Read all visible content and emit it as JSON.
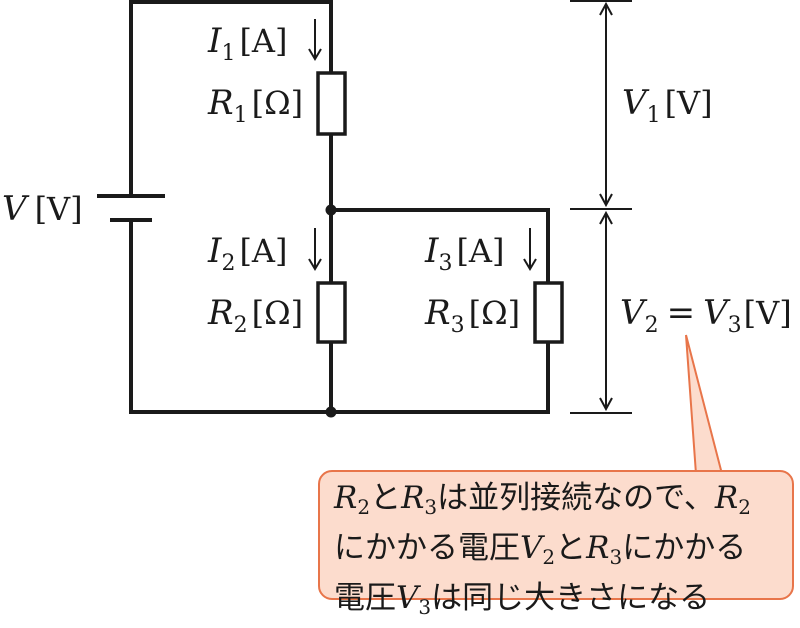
{
  "source": {
    "var": "V",
    "unit": "[V]"
  },
  "r1": {
    "current_var": "I",
    "current_sub": "1",
    "current_unit": "[A]",
    "res_var": "R",
    "res_sub": "1",
    "res_unit": "[Ω]"
  },
  "r2": {
    "current_var": "I",
    "current_sub": "2",
    "current_unit": "[A]",
    "res_var": "R",
    "res_sub": "2",
    "res_unit": "[Ω]"
  },
  "r3": {
    "current_var": "I",
    "current_sub": "3",
    "current_unit": "[A]",
    "res_var": "R",
    "res_sub": "3",
    "res_unit": "[Ω]"
  },
  "v1": {
    "var": "V",
    "sub": "1",
    "unit": "[V]"
  },
  "v23": {
    "var_a": "V",
    "sub_a": "2",
    "eq": "=",
    "var_b": "V",
    "sub_b": "3",
    "unit": "[V]"
  },
  "note": {
    "line1": {
      "r_a": "R",
      "r_a_sub": "2",
      "to": "と",
      "r_b": "R",
      "r_b_sub": "3",
      "text": "は並列接続なので、",
      "r_c": "R",
      "r_c_sub": "2"
    },
    "line2": {
      "text_a": "にかかる電圧",
      "v_a": "V",
      "v_a_sub": "2",
      "to": "と",
      "r": "R",
      "r_sub": "3",
      "text_b": "にかかる"
    },
    "line3": {
      "text_a": "電圧",
      "v": "V",
      "v_sub": "3",
      "text_b": "は同じ大きさになる"
    }
  },
  "colors": {
    "wire": "#1a1a1a",
    "callout_fill": "#fcdccd",
    "callout_border": "#e8754a"
  }
}
